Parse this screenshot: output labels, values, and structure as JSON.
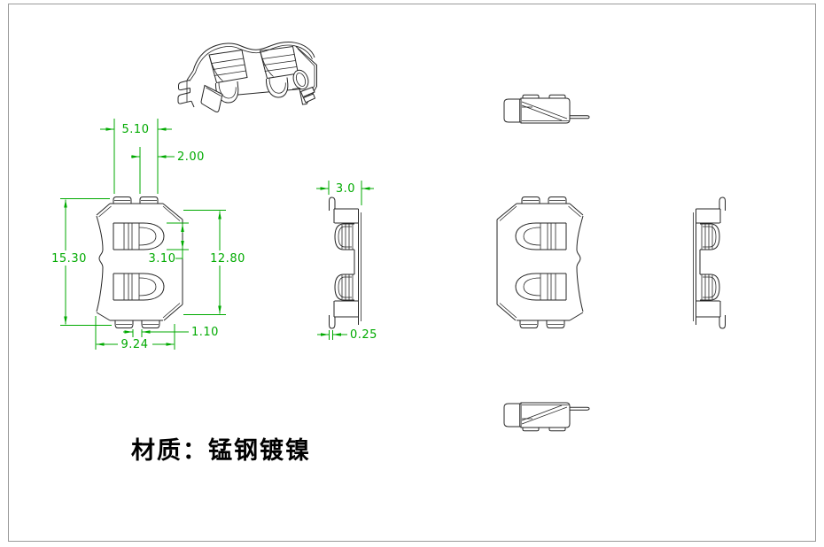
{
  "material_note": "材质：锰钢镀镍",
  "dims": {
    "top_width": "5.10",
    "tab_width": "2.00",
    "total_height": "15.30",
    "slot_height": "3.10",
    "body_height": "12.80",
    "tab_gap": "1.10",
    "body_width": "9.24",
    "depth": "3.0",
    "thickness": "0.25"
  },
  "colors": {
    "line": "#262626",
    "dimension": "#00aa00",
    "page_border": "#9a9a9a",
    "background": "#ffffff"
  }
}
